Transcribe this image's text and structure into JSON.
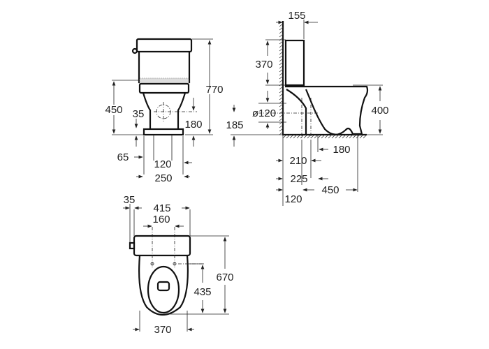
{
  "views": {
    "front": {
      "dimensions": {
        "total_height": "770",
        "seat_height": "450",
        "inlet_offset": "35",
        "outlet_height": "180",
        "side_offset": "65",
        "fixing_spacing": "120",
        "base_width": "250"
      }
    },
    "side": {
      "dimensions": {
        "tank_depth": "155",
        "tank_height": "370",
        "outlet_diameter": "ø120",
        "outlet_center_height": "185",
        "bowl_height": "400",
        "floor_outlet_offset": "180",
        "fixing_from_wall_1": "210",
        "fixing_from_wall_2": "225",
        "wall_to_outlet": "120",
        "bowl_length": "450"
      }
    },
    "top": {
      "dimensions": {
        "side_offset": "35",
        "tank_width": "415",
        "fixing_spacing": "160",
        "total_depth": "670",
        "seat_depth": "435",
        "bowl_width": "370"
      }
    }
  }
}
